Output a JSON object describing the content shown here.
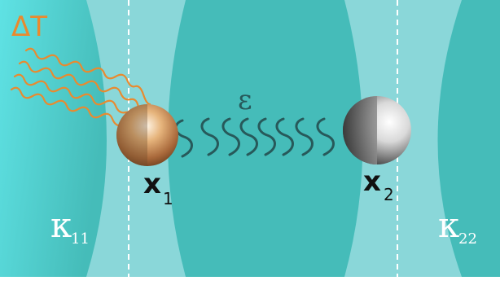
{
  "labels": {
    "heat_bath": "ΔT",
    "mass_1": "x",
    "mass_1_sub": "1",
    "mass_2": "x",
    "mass_2_sub": "2",
    "coupling": "ε",
    "damping_1": "κ",
    "damping_1_sub": "11",
    "damping_2": "κ",
    "damping_2_sub": "22"
  },
  "colors": {
    "background": "#8ad7d9",
    "cavity": "#45bcb9",
    "cavity_bright": "#5fe2e4",
    "heat": "#e98a2f",
    "spring": "#27595a",
    "divider": "#ffffff",
    "mass_1": "#c8925a",
    "mass_2": "#c9c9c9"
  }
}
